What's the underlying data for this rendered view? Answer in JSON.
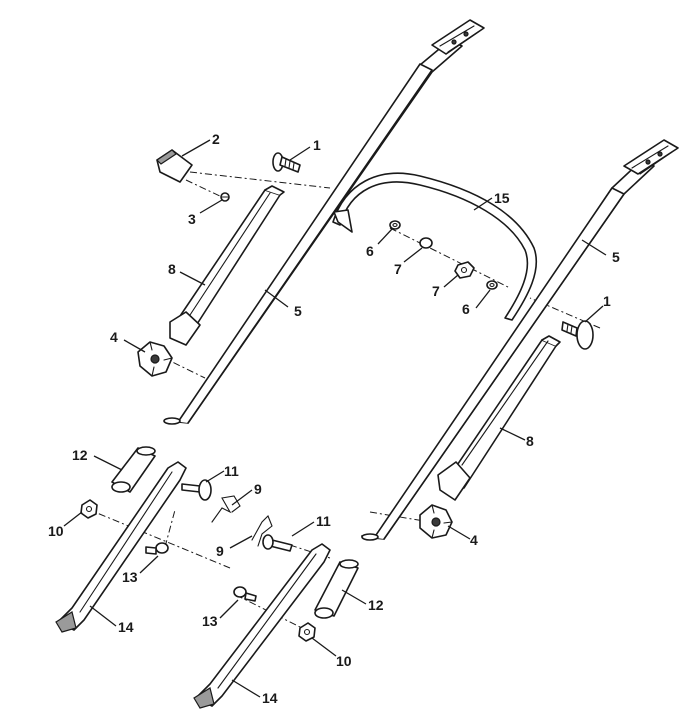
{
  "callouts": [
    {
      "id": "c1a",
      "label": "1"
    },
    {
      "id": "c1b",
      "label": "1"
    },
    {
      "id": "c2",
      "label": "2"
    },
    {
      "id": "c3",
      "label": "3"
    },
    {
      "id": "c4a",
      "label": "4"
    },
    {
      "id": "c4b",
      "label": "4"
    },
    {
      "id": "c5a",
      "label": "5"
    },
    {
      "id": "c5b",
      "label": "5"
    },
    {
      "id": "c6a",
      "label": "6"
    },
    {
      "id": "c6b",
      "label": "6"
    },
    {
      "id": "c7a",
      "label": "7"
    },
    {
      "id": "c7b",
      "label": "7"
    },
    {
      "id": "c8a",
      "label": "8"
    },
    {
      "id": "c8b",
      "label": "8"
    },
    {
      "id": "c9a",
      "label": "9"
    },
    {
      "id": "c9b",
      "label": "9"
    },
    {
      "id": "c10a",
      "label": "10"
    },
    {
      "id": "c10b",
      "label": "10"
    },
    {
      "id": "c11a",
      "label": "11"
    },
    {
      "id": "c11b",
      "label": "11"
    },
    {
      "id": "c12a",
      "label": "12"
    },
    {
      "id": "c12b",
      "label": "12"
    },
    {
      "id": "c13a",
      "label": "13"
    },
    {
      "id": "c13b",
      "label": "13"
    },
    {
      "id": "c14a",
      "label": "14"
    },
    {
      "id": "c14b",
      "label": "14"
    },
    {
      "id": "c15",
      "label": "15"
    }
  ]
}
